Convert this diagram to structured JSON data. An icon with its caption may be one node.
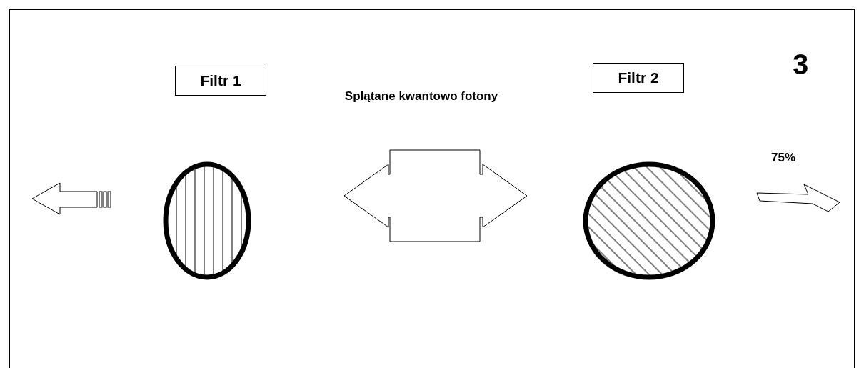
{
  "diagram": {
    "nodes": [
      {
        "text": [
          "Filtr 1"
        ]
      },
      {
        "text": [
          "Filtr 2"
        ]
      },
      {
        "text": [],
        "shape": "circle"
      },
      {
        "text": [],
        "shape": "circle"
      },
      {
        "text": [],
        "shape": "box"
      }
    ],
    "labels": [
      "3",
      "Splątane kwantowo fotony",
      "75%"
    ]
  }
}
